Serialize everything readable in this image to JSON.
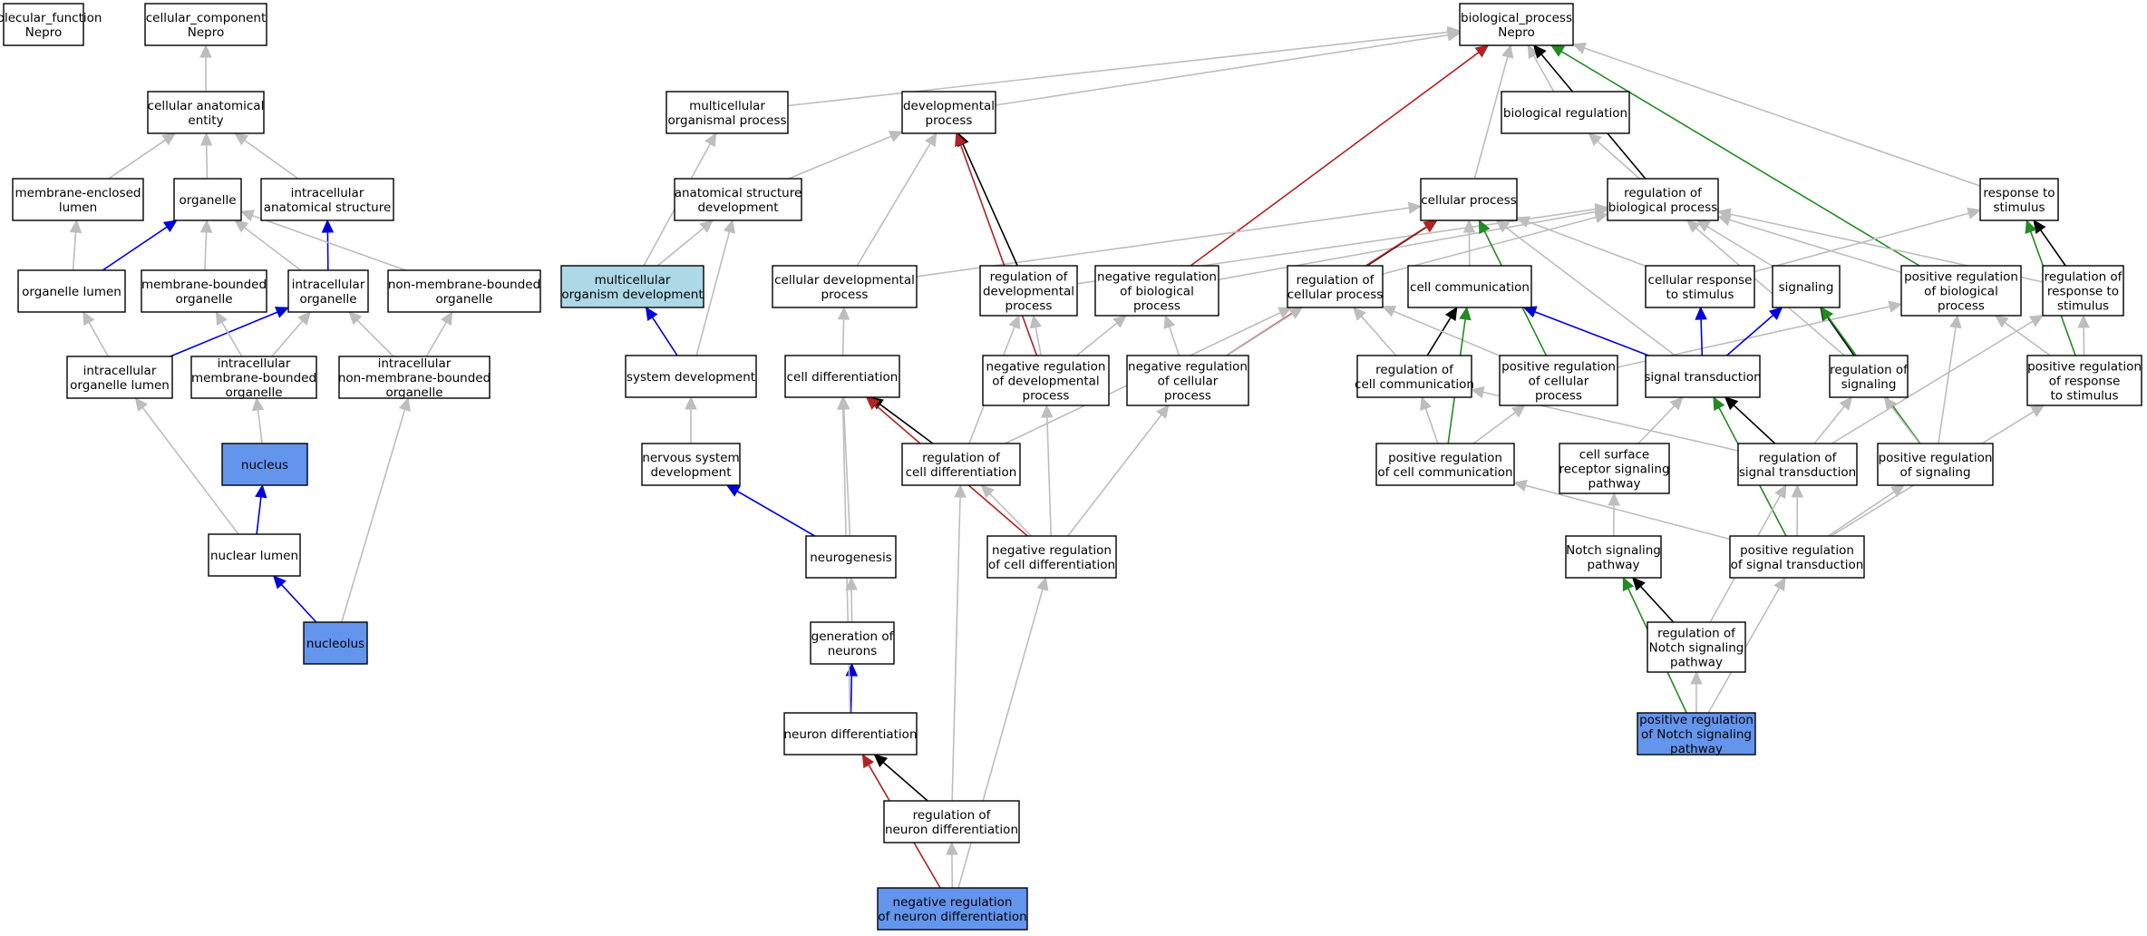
{
  "colors": {
    "default_fill": "#ffffff",
    "highlight_fill": "#6495ed",
    "light_fill": "#add8e6",
    "edge_gray": "#bdbdbd",
    "edge_black": "#000000",
    "edge_blue": "#0000dd",
    "edge_red": "#b22222",
    "edge_green": "#228b22"
  },
  "nodes": [
    {
      "id": "mf",
      "lines": [
        "molecular_function",
        "Nepro"
      ],
      "fill": "white"
    },
    {
      "id": "cc",
      "lines": [
        "cellular_component",
        "Nepro"
      ],
      "fill": "white"
    },
    {
      "id": "cae",
      "lines": [
        "cellular anatomical",
        "entity"
      ],
      "fill": "white"
    },
    {
      "id": "mel",
      "lines": [
        "membrane-enclosed",
        "lumen"
      ],
      "fill": "white"
    },
    {
      "id": "org",
      "lines": [
        "organelle"
      ],
      "fill": "white"
    },
    {
      "id": "ias",
      "lines": [
        "intracellular",
        "anatomical structure"
      ],
      "fill": "white"
    },
    {
      "id": "orglum",
      "lines": [
        "organelle lumen"
      ],
      "fill": "white"
    },
    {
      "id": "mbo",
      "lines": [
        "membrane-bounded",
        "organelle"
      ],
      "fill": "white"
    },
    {
      "id": "io",
      "lines": [
        "intracellular",
        "organelle"
      ],
      "fill": "white"
    },
    {
      "id": "nmbo",
      "lines": [
        "non-membrane-bounded",
        "organelle"
      ],
      "fill": "white"
    },
    {
      "id": "iol",
      "lines": [
        "intracellular",
        "organelle lumen"
      ],
      "fill": "white"
    },
    {
      "id": "imbo",
      "lines": [
        "intracellular",
        "membrane-bounded",
        "organelle"
      ],
      "fill": "white"
    },
    {
      "id": "inmbo",
      "lines": [
        "intracellular",
        "non-membrane-bounded",
        "organelle"
      ],
      "fill": "white"
    },
    {
      "id": "nuc",
      "lines": [
        "nucleus"
      ],
      "fill": "highlight"
    },
    {
      "id": "nl",
      "lines": [
        "nuclear lumen"
      ],
      "fill": "white"
    },
    {
      "id": "nucl",
      "lines": [
        "nucleolus"
      ],
      "fill": "highlight"
    },
    {
      "id": "bp",
      "lines": [
        "biological_process",
        "Nepro"
      ],
      "fill": "white"
    },
    {
      "id": "mop",
      "lines": [
        "multicellular",
        "organismal process"
      ],
      "fill": "white"
    },
    {
      "id": "dp",
      "lines": [
        "developmental",
        "process"
      ],
      "fill": "white"
    },
    {
      "id": "breg",
      "lines": [
        "biological regulation"
      ],
      "fill": "white"
    },
    {
      "id": "asd",
      "lines": [
        "anatomical structure",
        "development"
      ],
      "fill": "white"
    },
    {
      "id": "cp",
      "lines": [
        "cellular process"
      ],
      "fill": "white"
    },
    {
      "id": "rbp",
      "lines": [
        "regulation of",
        "biological process"
      ],
      "fill": "white"
    },
    {
      "id": "rts",
      "lines": [
        "response to",
        "stimulus"
      ],
      "fill": "white"
    },
    {
      "id": "mod",
      "lines": [
        "multicellular",
        "organism development"
      ],
      "fill": "light"
    },
    {
      "id": "cdp",
      "lines": [
        "cellular developmental",
        "process"
      ],
      "fill": "white"
    },
    {
      "id": "rdp",
      "lines": [
        "regulation of",
        "developmental",
        "process"
      ],
      "fill": "white"
    },
    {
      "id": "nrbp",
      "lines": [
        "negative regulation",
        "of biological",
        "process"
      ],
      "fill": "white"
    },
    {
      "id": "rcp",
      "lines": [
        "regulation of",
        "cellular process"
      ],
      "fill": "white"
    },
    {
      "id": "ccom",
      "lines": [
        "cell communication"
      ],
      "fill": "white"
    },
    {
      "id": "crs",
      "lines": [
        "cellular response",
        "to stimulus"
      ],
      "fill": "white"
    },
    {
      "id": "sig",
      "lines": [
        "signaling"
      ],
      "fill": "white"
    },
    {
      "id": "prbp",
      "lines": [
        "positive regulation",
        "of biological",
        "process"
      ],
      "fill": "white"
    },
    {
      "id": "rrs",
      "lines": [
        "regulation of",
        "response to",
        "stimulus"
      ],
      "fill": "white"
    },
    {
      "id": "sd",
      "lines": [
        "system development"
      ],
      "fill": "white"
    },
    {
      "id": "cd",
      "lines": [
        "cell differentiation"
      ],
      "fill": "white"
    },
    {
      "id": "nrdp",
      "lines": [
        "negative regulation",
        "of developmental",
        "process"
      ],
      "fill": "white"
    },
    {
      "id": "nrcp",
      "lines": [
        "negative regulation",
        "of cellular",
        "process"
      ],
      "fill": "white"
    },
    {
      "id": "rcc",
      "lines": [
        "regulation of",
        "cell communication"
      ],
      "fill": "white"
    },
    {
      "id": "prcp",
      "lines": [
        "positive regulation",
        "of cellular",
        "process"
      ],
      "fill": "white"
    },
    {
      "id": "st",
      "lines": [
        "signal transduction"
      ],
      "fill": "white"
    },
    {
      "id": "rsig",
      "lines": [
        "regulation of",
        "signaling"
      ],
      "fill": "white"
    },
    {
      "id": "prrs",
      "lines": [
        "positive regulation",
        "of response",
        "to stimulus"
      ],
      "fill": "white"
    },
    {
      "id": "nsd",
      "lines": [
        "nervous system",
        "development"
      ],
      "fill": "white"
    },
    {
      "id": "rcd",
      "lines": [
        "regulation of",
        "cell differentiation"
      ],
      "fill": "white"
    },
    {
      "id": "prcc",
      "lines": [
        "positive regulation",
        "of cell communication"
      ],
      "fill": "white"
    },
    {
      "id": "csrsp",
      "lines": [
        "cell surface",
        "receptor signaling",
        "pathway"
      ],
      "fill": "white"
    },
    {
      "id": "rst",
      "lines": [
        "regulation of",
        "signal transduction"
      ],
      "fill": "white"
    },
    {
      "id": "prsig",
      "lines": [
        "positive regulation",
        "of signaling"
      ],
      "fill": "white"
    },
    {
      "id": "ng",
      "lines": [
        "neurogenesis"
      ],
      "fill": "white"
    },
    {
      "id": "nrcd",
      "lines": [
        "negative regulation",
        "of cell differentiation"
      ],
      "fill": "white"
    },
    {
      "id": "nsp",
      "lines": [
        "Notch signaling",
        "pathway"
      ],
      "fill": "white"
    },
    {
      "id": "prst",
      "lines": [
        "positive regulation",
        "of signal transduction"
      ],
      "fill": "white"
    },
    {
      "id": "gon",
      "lines": [
        "generation of",
        "neurons"
      ],
      "fill": "white"
    },
    {
      "id": "rnsp",
      "lines": [
        "regulation of",
        "Notch signaling",
        "pathway"
      ],
      "fill": "white"
    },
    {
      "id": "nd",
      "lines": [
        "neuron differentiation"
      ],
      "fill": "white"
    },
    {
      "id": "prnsp",
      "lines": [
        "positive regulation",
        "of Notch signaling",
        "pathway"
      ],
      "fill": "highlight"
    },
    {
      "id": "rnd",
      "lines": [
        "regulation of",
        "neuron differentiation"
      ],
      "fill": "white"
    },
    {
      "id": "nrnd",
      "lines": [
        "negative regulation",
        "of neuron differentiation"
      ],
      "fill": "highlight"
    }
  ],
  "edges": [
    {
      "from": "cae",
      "to": "cc",
      "color": "gray"
    },
    {
      "from": "mel",
      "to": "cae",
      "color": "gray"
    },
    {
      "from": "org",
      "to": "cae",
      "color": "gray"
    },
    {
      "from": "ias",
      "to": "cae",
      "color": "gray"
    },
    {
      "from": "orglum",
      "to": "mel",
      "color": "gray"
    },
    {
      "from": "orglum",
      "to": "org",
      "color": "blue"
    },
    {
      "from": "mbo",
      "to": "org",
      "color": "gray"
    },
    {
      "from": "io",
      "to": "org",
      "color": "gray"
    },
    {
      "from": "io",
      "to": "ias",
      "color": "blue"
    },
    {
      "from": "nmbo",
      "to": "org",
      "color": "gray"
    },
    {
      "from": "iol",
      "to": "orglum",
      "color": "gray"
    },
    {
      "from": "iol",
      "to": "io",
      "color": "blue"
    },
    {
      "from": "imbo",
      "to": "mbo",
      "color": "gray"
    },
    {
      "from": "imbo",
      "to": "io",
      "color": "gray"
    },
    {
      "from": "inmbo",
      "to": "io",
      "color": "gray"
    },
    {
      "from": "inmbo",
      "to": "nmbo",
      "color": "gray"
    },
    {
      "from": "nuc",
      "to": "imbo",
      "color": "gray"
    },
    {
      "from": "nl",
      "to": "iol",
      "color": "gray"
    },
    {
      "from": "nl",
      "to": "nuc",
      "color": "blue"
    },
    {
      "from": "nucl",
      "to": "nl",
      "color": "blue"
    },
    {
      "from": "nucl",
      "to": "inmbo",
      "color": "gray"
    },
    {
      "from": "mop",
      "to": "bp",
      "color": "gray"
    },
    {
      "from": "dp",
      "to": "bp",
      "color": "gray"
    },
    {
      "from": "breg",
      "to": "bp",
      "color": "gray"
    },
    {
      "from": "cp",
      "to": "bp",
      "color": "gray"
    },
    {
      "from": "rbp",
      "to": "bp",
      "color": "black"
    },
    {
      "from": "rbp",
      "to": "breg",
      "color": "gray"
    },
    {
      "from": "rts",
      "to": "bp",
      "color": "gray"
    },
    {
      "from": "nrbp",
      "to": "bp",
      "color": "red"
    },
    {
      "from": "prbp",
      "to": "bp",
      "color": "green"
    },
    {
      "from": "asd",
      "to": "dp",
      "color": "gray"
    },
    {
      "from": "mod",
      "to": "mop",
      "color": "gray"
    },
    {
      "from": "mod",
      "to": "asd",
      "color": "gray"
    },
    {
      "from": "cdp",
      "to": "dp",
      "color": "gray"
    },
    {
      "from": "cdp",
      "to": "cp",
      "color": "gray"
    },
    {
      "from": "rdp",
      "to": "dp",
      "color": "black"
    },
    {
      "from": "rdp",
      "to": "rbp",
      "color": "gray"
    },
    {
      "from": "nrbp",
      "to": "rbp",
      "color": "gray"
    },
    {
      "from": "rcp",
      "to": "cp",
      "color": "black"
    },
    {
      "from": "rcp",
      "to": "rbp",
      "color": "gray"
    },
    {
      "from": "ccom",
      "to": "cp",
      "color": "gray"
    },
    {
      "from": "crs",
      "to": "cp",
      "color": "gray"
    },
    {
      "from": "crs",
      "to": "rts",
      "color": "gray"
    },
    {
      "from": "sig",
      "to": "rbp",
      "color": "gray"
    },
    {
      "from": "prbp",
      "to": "rbp",
      "color": "gray"
    },
    {
      "from": "rrs",
      "to": "rbp",
      "color": "gray"
    },
    {
      "from": "rrs",
      "to": "rts",
      "color": "black"
    },
    {
      "from": "prrs",
      "to": "rts",
      "color": "green"
    },
    {
      "from": "sd",
      "to": "mod",
      "color": "blue"
    },
    {
      "from": "sd",
      "to": "asd",
      "color": "gray"
    },
    {
      "from": "cd",
      "to": "cdp",
      "color": "gray"
    },
    {
      "from": "nrdp",
      "to": "dp",
      "color": "red"
    },
    {
      "from": "nrdp",
      "to": "rdp",
      "color": "gray"
    },
    {
      "from": "nrdp",
      "to": "nrbp",
      "color": "gray"
    },
    {
      "from": "nrcp",
      "to": "cp",
      "color": "red"
    },
    {
      "from": "nrcp",
      "to": "nrbp",
      "color": "gray"
    },
    {
      "from": "nrcp",
      "to": "rcp",
      "color": "gray"
    },
    {
      "from": "rcc",
      "to": "ccom",
      "color": "black"
    },
    {
      "from": "rcc",
      "to": "rcp",
      "color": "gray"
    },
    {
      "from": "prcp",
      "to": "cp",
      "color": "green"
    },
    {
      "from": "prcp",
      "to": "rcp",
      "color": "gray"
    },
    {
      "from": "prcp",
      "to": "prbp",
      "color": "gray"
    },
    {
      "from": "st",
      "to": "ccom",
      "color": "blue"
    },
    {
      "from": "st",
      "to": "crs",
      "color": "blue"
    },
    {
      "from": "st",
      "to": "sig",
      "color": "blue"
    },
    {
      "from": "st",
      "to": "cp",
      "color": "gray"
    },
    {
      "from": "rsig",
      "to": "sig",
      "color": "black"
    },
    {
      "from": "rsig",
      "to": "rbp",
      "color": "gray"
    },
    {
      "from": "prrs",
      "to": "rrs",
      "color": "gray"
    },
    {
      "from": "prrs",
      "to": "prbp",
      "color": "gray"
    },
    {
      "from": "nsd",
      "to": "sd",
      "color": "gray"
    },
    {
      "from": "rcd",
      "to": "cd",
      "color": "black"
    },
    {
      "from": "rcd",
      "to": "rcp",
      "color": "gray"
    },
    {
      "from": "rcd",
      "to": "rdp",
      "color": "gray"
    },
    {
      "from": "prcc",
      "to": "ccom",
      "color": "green"
    },
    {
      "from": "prcc",
      "to": "rcc",
      "color": "gray"
    },
    {
      "from": "prcc",
      "to": "prcp",
      "color": "gray"
    },
    {
      "from": "csrsp",
      "to": "st",
      "color": "gray"
    },
    {
      "from": "rst",
      "to": "st",
      "color": "black"
    },
    {
      "from": "rst",
      "to": "rsig",
      "color": "gray"
    },
    {
      "from": "rst",
      "to": "rcc",
      "color": "gray"
    },
    {
      "from": "rst",
      "to": "rrs",
      "color": "gray"
    },
    {
      "from": "prsig",
      "to": "sig",
      "color": "green"
    },
    {
      "from": "prsig",
      "to": "rsig",
      "color": "gray"
    },
    {
      "from": "prsig",
      "to": "prbp",
      "color": "gray"
    },
    {
      "from": "ng",
      "to": "nsd",
      "color": "blue"
    },
    {
      "from": "ng",
      "to": "cd",
      "color": "gray"
    },
    {
      "from": "nrcd",
      "to": "cd",
      "color": "red"
    },
    {
      "from": "nrcd",
      "to": "rcd",
      "color": "gray"
    },
    {
      "from": "nrcd",
      "to": "nrdp",
      "color": "gray"
    },
    {
      "from": "nrcd",
      "to": "nrcp",
      "color": "gray"
    },
    {
      "from": "nsp",
      "to": "csrsp",
      "color": "gray"
    },
    {
      "from": "prst",
      "to": "st",
      "color": "green"
    },
    {
      "from": "prst",
      "to": "rst",
      "color": "gray"
    },
    {
      "from": "prst",
      "to": "prsig",
      "color": "gray"
    },
    {
      "from": "prst",
      "to": "prcc",
      "color": "gray"
    },
    {
      "from": "prst",
      "to": "prrs",
      "color": "gray"
    },
    {
      "from": "gon",
      "to": "ng",
      "color": "gray"
    },
    {
      "from": "rnsp",
      "to": "nsp",
      "color": "black"
    },
    {
      "from": "rnsp",
      "to": "rst",
      "color": "gray"
    },
    {
      "from": "nd",
      "to": "gon",
      "color": "blue"
    },
    {
      "from": "nd",
      "to": "cd",
      "color": "gray"
    },
    {
      "from": "prnsp",
      "to": "nsp",
      "color": "green"
    },
    {
      "from": "prnsp",
      "to": "rnsp",
      "color": "gray"
    },
    {
      "from": "prnsp",
      "to": "prst",
      "color": "gray"
    },
    {
      "from": "rnd",
      "to": "nd",
      "color": "black"
    },
    {
      "from": "rnd",
      "to": "rcd",
      "color": "gray"
    },
    {
      "from": "nrnd",
      "to": "nd",
      "color": "red"
    },
    {
      "from": "nrnd",
      "to": "rnd",
      "color": "gray"
    },
    {
      "from": "nrnd",
      "to": "nrcd",
      "color": "gray"
    }
  ]
}
